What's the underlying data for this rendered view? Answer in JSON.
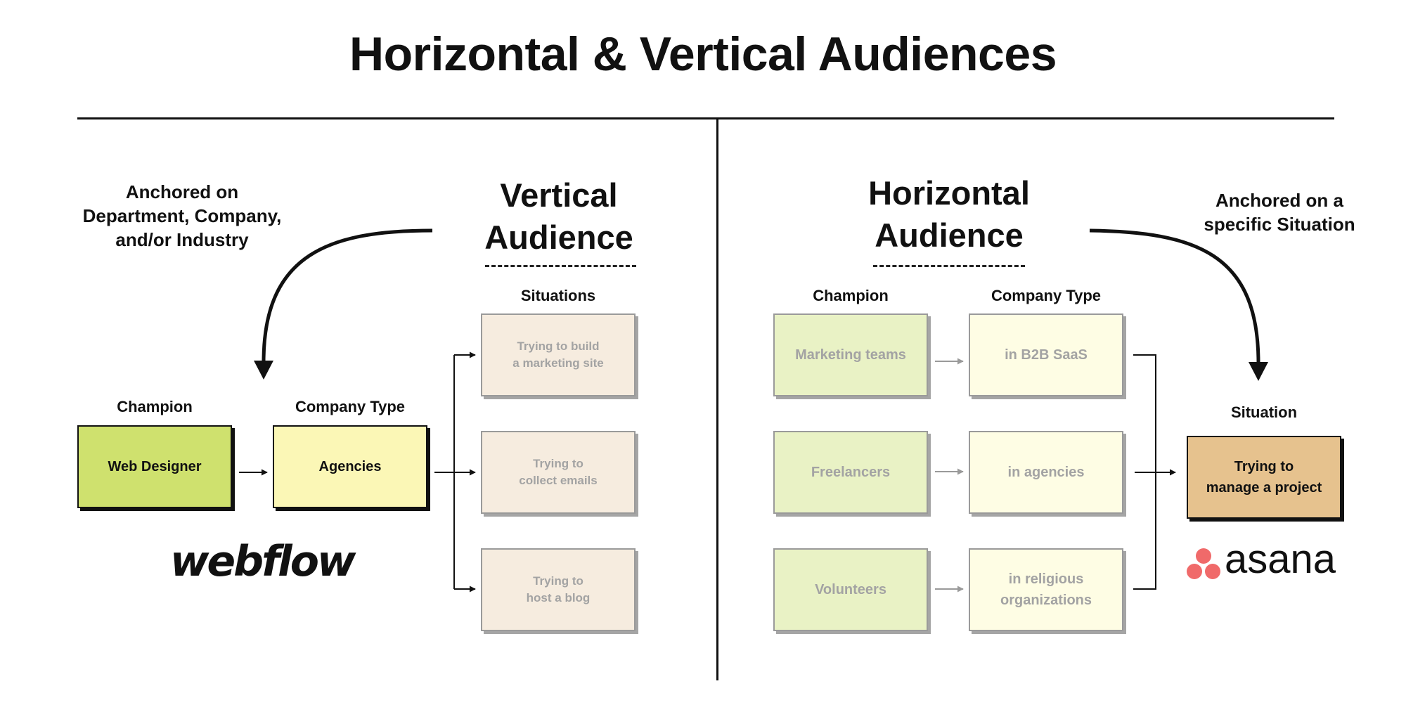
{
  "title": "Horizontal & Vertical Audiences",
  "vertical": {
    "heading_line1": "Vertical",
    "heading_line2": "Audience",
    "note_line1": "Anchored on",
    "note_line2": "Department, Company,",
    "note_line3": "and/or Industry",
    "champion_label": "Champion",
    "company_type_label": "Company Type",
    "situations_label": "Situations",
    "champion": "Web Designer",
    "company_type": "Agencies",
    "situations": [
      {
        "line1": "Trying to build",
        "line2": "a marketing site"
      },
      {
        "line1": "Trying to",
        "line2": "collect emails"
      },
      {
        "line1": "Trying to",
        "line2": "host a blog"
      }
    ],
    "logo_text": "webflow"
  },
  "horizontal": {
    "heading_line1": "Horizontal",
    "heading_line2": "Audience",
    "note_line1": "Anchored on a",
    "note_line2": "specific Situation",
    "champion_label": "Champion",
    "company_type_label": "Company Type",
    "situation_label": "Situation",
    "champions": [
      "Marketing teams",
      "Freelancers",
      "Volunteers"
    ],
    "company_types": [
      {
        "line1": "in B2B SaaS",
        "line2": ""
      },
      {
        "line1": "in agencies",
        "line2": ""
      },
      {
        "line1": "in religious",
        "line2": "organizations"
      }
    ],
    "situation": {
      "line1": "Trying to",
      "line2": "manage a project"
    },
    "logo_text": "asana"
  },
  "colors": {
    "champion_green": "#cfe16e",
    "company_yellow": "#fbf7b6",
    "situation_peach": "#f6ecdf",
    "faded_green": "#e9f2c5",
    "faded_yellow": "#fefde4",
    "situation_orange": "#e6c28e",
    "asana_coral": "#f06a6a"
  }
}
